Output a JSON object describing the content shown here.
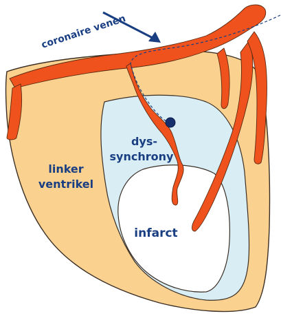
{
  "labels": {
    "vessels": "coronaire venen",
    "dyssynchrony_line1": "dys-",
    "dyssynchrony_line2": "synchrony",
    "ventricle_line1": "linker",
    "ventricle_line2": "ventrikel",
    "infarct": "infarct"
  },
  "colors": {
    "ventricle_fill": "#fbd18f",
    "dyssynchrony_fill": "#d9edf4",
    "infarct_fill": "#ffffff",
    "outline": "#3a2e25",
    "vessel_fill": "#f0521e",
    "vessel_stroke": "#5a2a10",
    "label_text": "#1a3e82",
    "marker_fill": "#16306e"
  }
}
